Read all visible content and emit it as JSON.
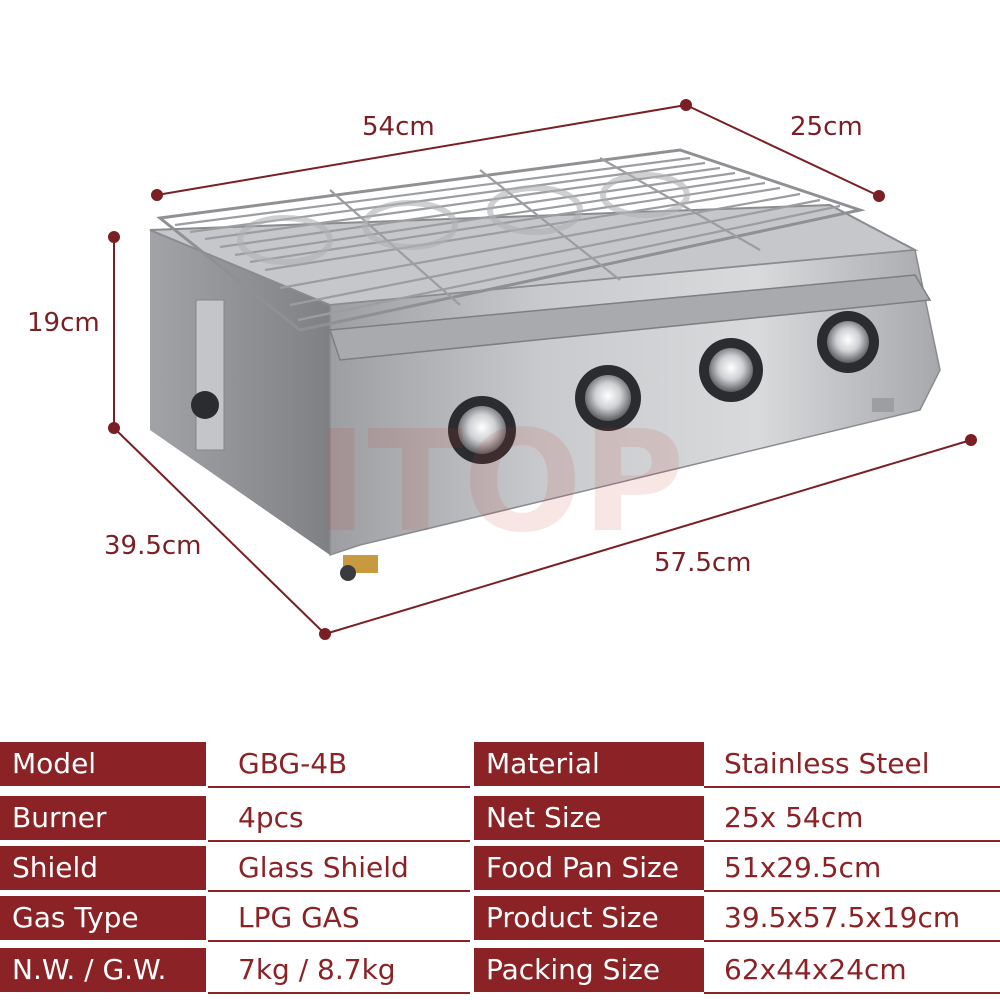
{
  "watermark": "ITOP",
  "dimensions": {
    "length_top": "54cm",
    "width_top": "25cm",
    "height": "19cm",
    "depth": "39.5cm",
    "length_bottom": "57.5cm"
  },
  "colors": {
    "accent": "#8b2226",
    "dimension_line": "#7a1f24",
    "steel": "#b8b9bc"
  },
  "specs": [
    {
      "label": "Model",
      "value": "GBG-4B",
      "label2": "Material",
      "value2": "Stainless Steel"
    },
    {
      "label": "Burner",
      "value": "4pcs",
      "label2": "Net Size",
      "value2": "25x 54cm"
    },
    {
      "label": "Shield",
      "value": "Glass Shield",
      "label2": "Food Pan Size",
      "value2": "51x29.5cm"
    },
    {
      "label": "Gas Type",
      "value": "LPG GAS",
      "label2": "Product Size",
      "value2": "39.5x57.5x19cm"
    },
    {
      "label": "N.W. / G.W.",
      "value": "7kg / 8.7kg",
      "label2": "Packing Size",
      "value2": "62x44x24cm"
    }
  ]
}
